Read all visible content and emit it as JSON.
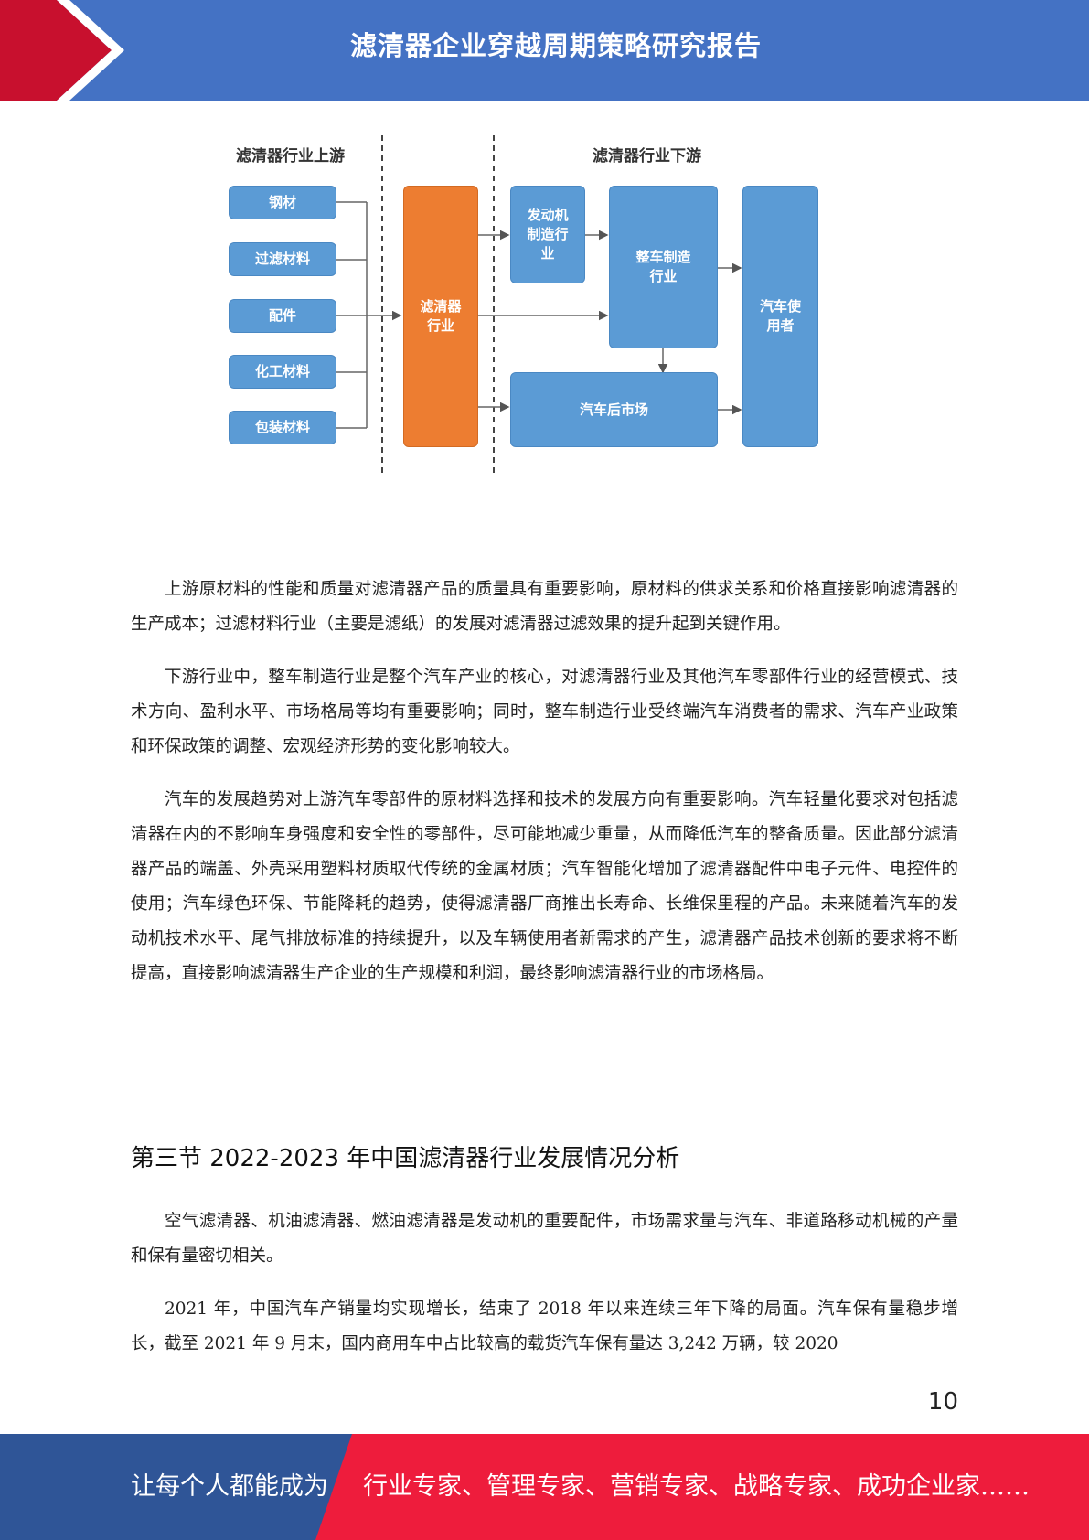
{
  "header": {
    "title": "滤清器企业穿越周期策略研究报告"
  },
  "diagram": {
    "upstream_label": "滤清器行业上游",
    "downstream_label": "滤清器行业下游",
    "upstream_items": [
      "钢材",
      "过滤材料",
      "配件",
      "化工材料",
      "包装材料"
    ],
    "center": "滤清器\n行业",
    "engine": "发动机\n制造行\n业",
    "vehicle": "整车制造\n行业",
    "aftermarket": "汽车后市场",
    "user": "汽车使\n用者"
  },
  "paragraphs": [
    "上游原材料的性能和质量对滤清器产品的质量具有重要影响，原材料的供求关系和价格直接影响滤清器的生产成本；过滤材料行业（主要是滤纸）的发展对滤清器过滤效果的提升起到关键作用。",
    "下游行业中，整车制造行业是整个汽车产业的核心，对滤清器行业及其他汽车零部件行业的经营模式、技术方向、盈利水平、市场格局等均有重要影响；同时，整车制造行业受终端汽车消费者的需求、汽车产业政策和环保政策的调整、宏观经济形势的变化影响较大。",
    "汽车的发展趋势对上游汽车零部件的原材料选择和技术的发展方向有重要影响。汽车轻量化要求对包括滤清器在内的不影响车身强度和安全性的零部件，尽可能地减少重量，从而降低汽车的整备质量。因此部分滤清器产品的端盖、外壳采用塑料材质取代传统的金属材质；汽车智能化增加了滤清器配件中电子元件、电控件的使用；汽车绿色环保、节能降耗的趋势，使得滤清器厂商推出长寿命、长维保里程的产品。未来随着汽车的发动机技术水平、尾气排放标准的持续提升，以及车辆使用者新需求的产生，滤清器产品技术创新的要求将不断提高，直接影响滤清器生产企业的生产规模和利润，最终影响滤清器行业的市场格局。"
  ],
  "section_title": "第三节 2022-2023 年中国滤清器行业发展情况分析",
  "section_paragraphs": [
    "空气滤清器、机油滤清器、燃油滤清器是发动机的重要配件，市场需求量与汽车、非道路移动机械的产量和保有量密切相关。",
    "2021 年，中国汽车产销量均实现增长，结束了 2018 年以来连续三年下降的局面。汽车保有量稳步增长，截至 2021 年 9 月末，国内商用车中占比较高的载货汽车保有量达 3,242 万辆，较 2020"
  ],
  "page_number": "10",
  "footer": {
    "left": "让每个人都能成为",
    "right": "行业专家、管理专家、营销专家、战略专家、成功企业家……"
  },
  "colors": {
    "header_blue": "#4472c4",
    "accent_red": "#ee1c3c",
    "footer_blue": "#2f5597",
    "box_blue": "#5b9bd5",
    "box_orange": "#ed7d31"
  }
}
